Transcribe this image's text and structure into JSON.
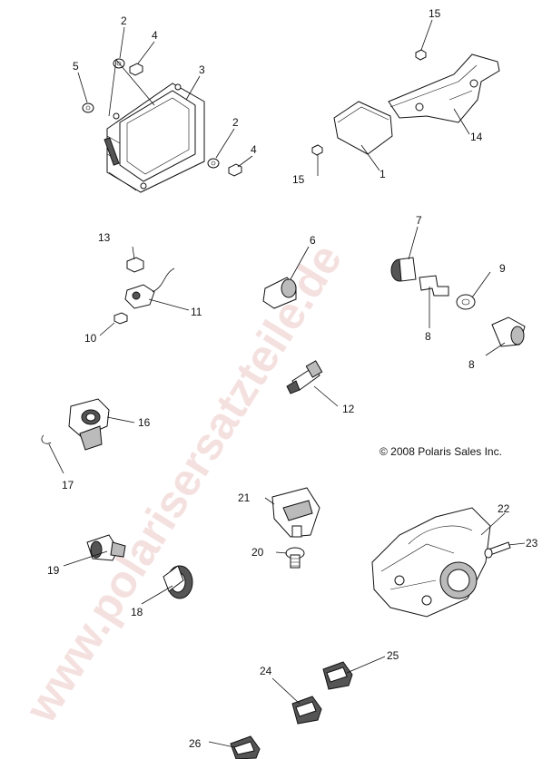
{
  "watermark": "www.polarisersatzteile.de",
  "copyright": "© 2008 Polaris Sales Inc.",
  "callouts": {
    "c1": "1",
    "c2a": "2",
    "c2b": "2",
    "c3": "3",
    "c4a": "4",
    "c4b": "4",
    "c5": "5",
    "c6": "6",
    "c7": "7",
    "c8a": "8",
    "c8b": "8",
    "c9": "9",
    "c10": "10",
    "c11": "11",
    "c12": "12",
    "c13": "13",
    "c14": "14",
    "c15a": "15",
    "c15b": "15",
    "c16": "16",
    "c17": "17",
    "c18": "18",
    "c19": "19",
    "c20": "20",
    "c21": "21",
    "c22": "22",
    "c23": "23",
    "c24": "24",
    "c25": "25",
    "c26": "26"
  }
}
